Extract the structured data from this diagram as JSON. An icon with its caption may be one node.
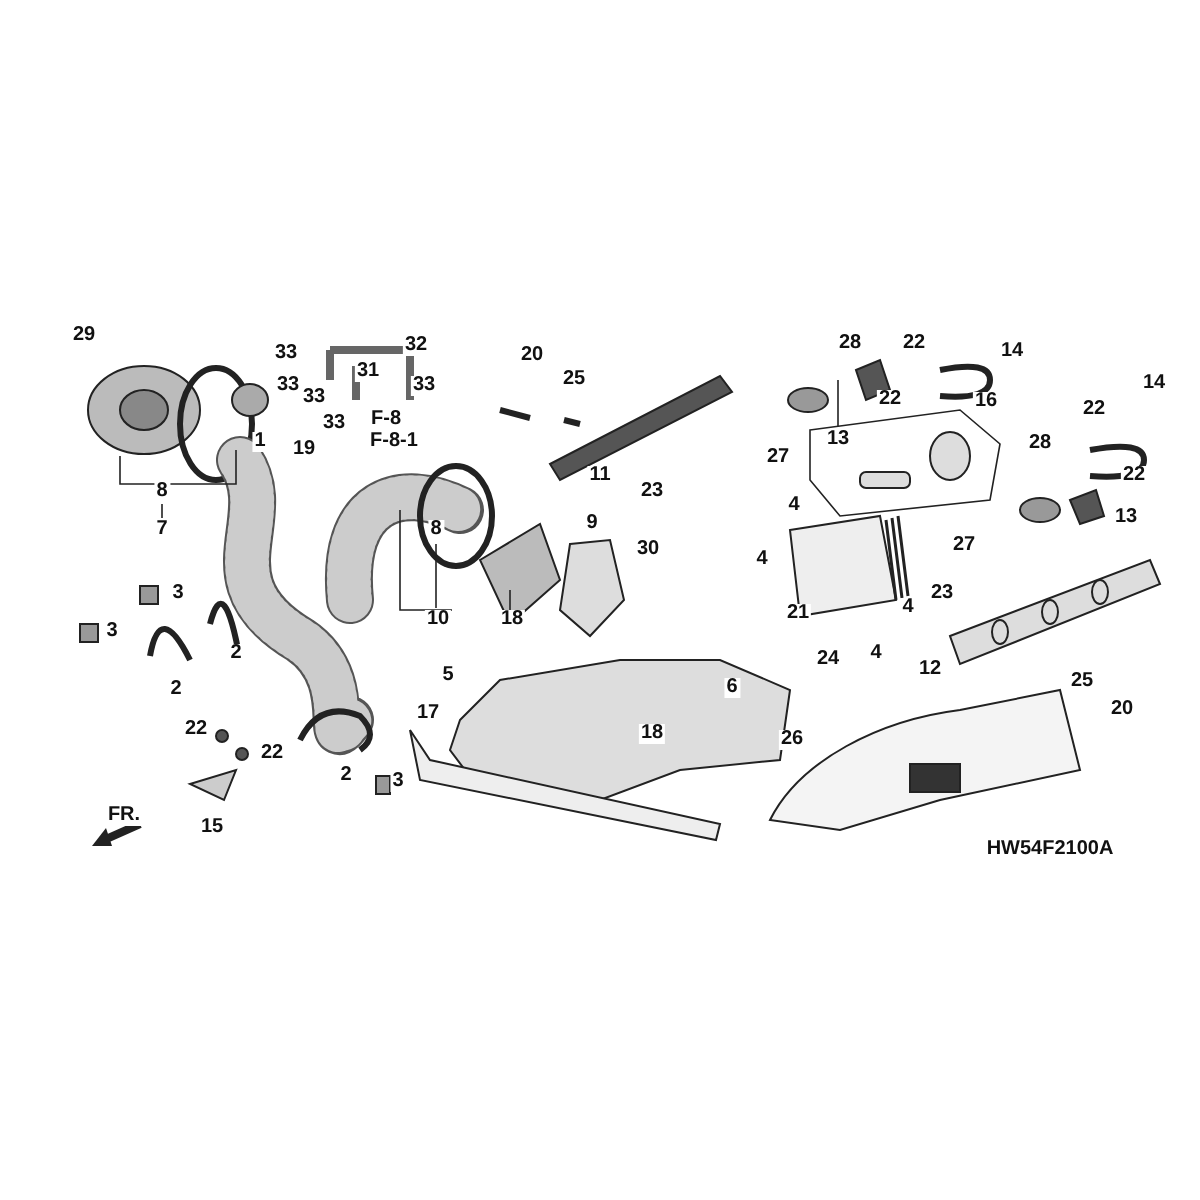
{
  "diagram": {
    "labels": [
      "29",
      "33",
      "32",
      "31",
      "33",
      "33",
      "33",
      "1",
      "19",
      "33",
      "F-8",
      "F-8-1",
      "20",
      "25",
      "28",
      "22",
      "14",
      "22",
      "16",
      "13",
      "27",
      "11",
      "23",
      "28",
      "22",
      "14",
      "22",
      "13",
      "27",
      "8",
      "7",
      "8",
      "9",
      "10",
      "18",
      "30",
      "4",
      "4",
      "4",
      "4",
      "21",
      "24",
      "23",
      "12",
      "25",
      "20",
      "6",
      "18",
      "26",
      "3",
      "3",
      "2",
      "2",
      "22",
      "22",
      "15",
      "2",
      "3",
      "5",
      "17",
      "FR.",
      "HW54F2100A"
    ]
  }
}
